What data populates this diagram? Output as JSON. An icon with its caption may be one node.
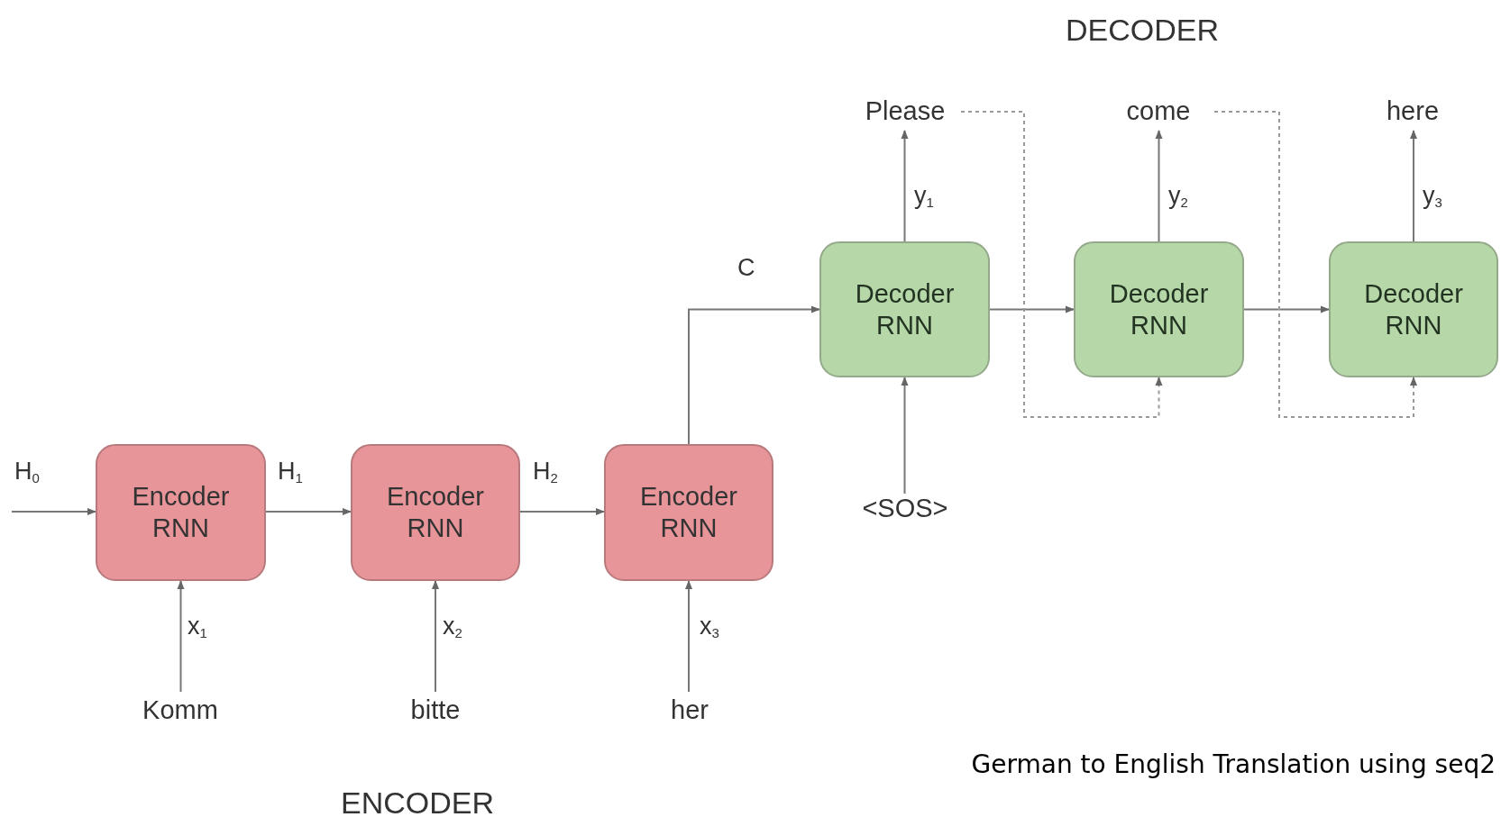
{
  "diagram": {
    "caption": "German to English Translation using seq2",
    "nodes": [
      {
        "text": [
          "Encoder RNN"
        ]
      },
      {
        "text": [
          "Encoder RNN"
        ]
      },
      {
        "text": [
          "Encoder RNN"
        ]
      },
      {
        "text": [
          "Decoder RNN"
        ]
      },
      {
        "text": [
          "Decoder RNN"
        ]
      },
      {
        "text": [
          "Decoder RNN"
        ]
      },
      {
        "text": [
          "Komm"
        ]
      },
      {
        "text": [
          "bitte"
        ]
      },
      {
        "text": [
          "her"
        ]
      },
      {
        "text": [
          "<SOS>"
        ]
      },
      {
        "text": [
          "Please"
        ]
      },
      {
        "text": [
          "come"
        ]
      },
      {
        "text": [
          "here"
        ]
      }
    ],
    "edges": [
      {
        "from": null,
        "to": 0,
        "arrow": "to",
        "label": "H$_{0}$"
      },
      {
        "from": 0,
        "to": 1,
        "arrow": "to",
        "label": "H$_{1}$"
      },
      {
        "from": 1,
        "to": 2,
        "arrow": "to",
        "label": "H$_{2}$"
      },
      {
        "from": 2,
        "to": 3,
        "arrow": "to",
        "label": "C"
      },
      {
        "from": 3,
        "to": 4,
        "arrow": "to"
      },
      {
        "from": 4,
        "to": 5,
        "arrow": "to"
      },
      {
        "from": 6,
        "to": 0,
        "arrow": "to",
        "label": "x$_{1}$"
      },
      {
        "from": 7,
        "to": 1,
        "arrow": "to",
        "label": "x$_{2}$"
      },
      {
        "from": 8,
        "to": 2,
        "arrow": "to",
        "label": "x$_{3}$"
      },
      {
        "from": 9,
        "to": 3,
        "arrow": "to"
      },
      {
        "from": 3,
        "to": 10,
        "arrow": "to",
        "label": "y$_{1}$"
      },
      {
        "from": 4,
        "to": 11,
        "arrow": "to",
        "label": "y$_{2}$"
      },
      {
        "from": 5,
        "to": 12,
        "arrow": "to",
        "label": "y$_{3}$"
      },
      {
        "from": 10,
        "to": 4,
        "arrow": "to",
        "style": "dashed"
      },
      {
        "from": 11,
        "to": 5,
        "arrow": "to",
        "style": "dashed"
      }
    ],
    "labels": [
      "DECODER",
      "ENCODER"
    ]
  }
}
